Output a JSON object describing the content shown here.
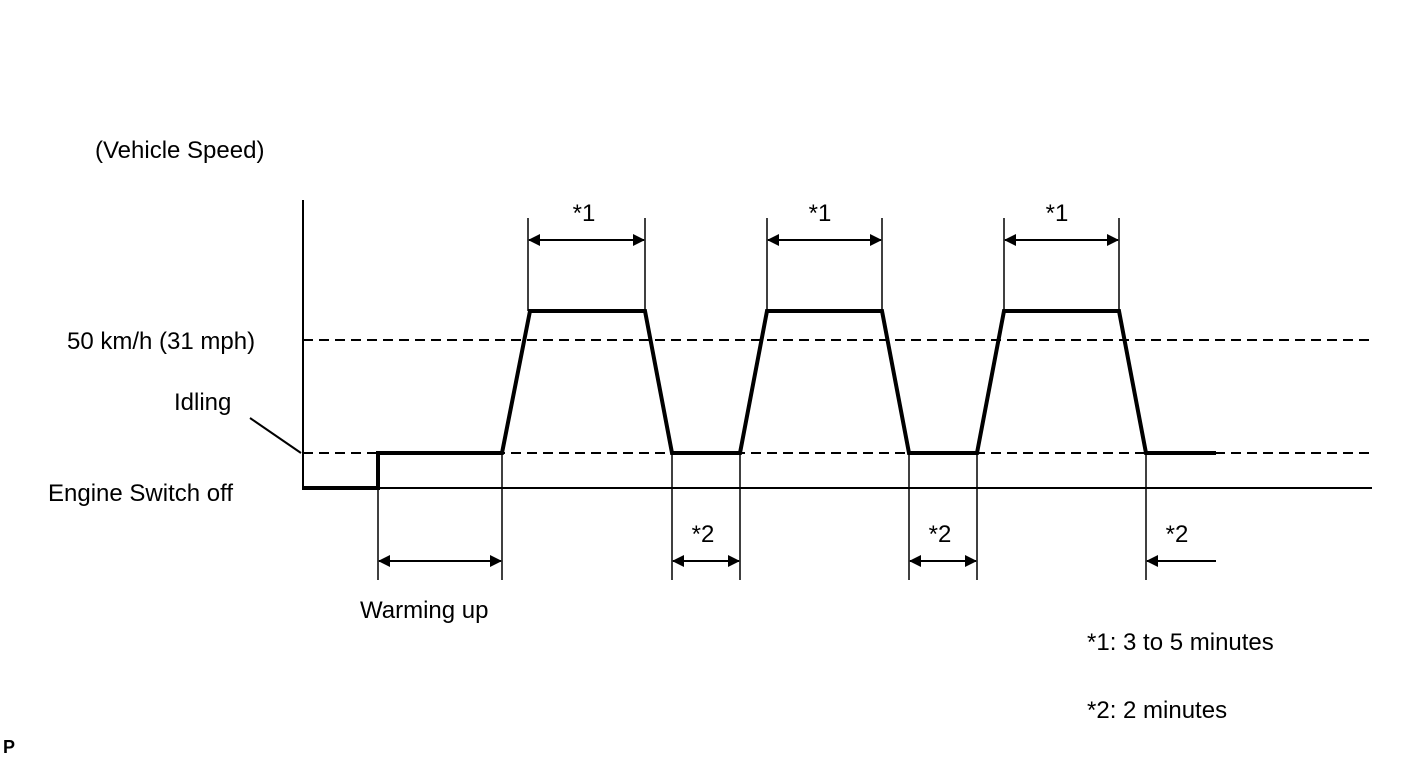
{
  "axis_label": "(Vehicle Speed)",
  "levels": {
    "speed": "50 km/h (31 mph)",
    "idling": "Idling",
    "off": "Engine Switch off"
  },
  "phase": {
    "warming_up": "Warming up"
  },
  "markers": {
    "m1": "*1",
    "m2": "*2"
  },
  "legend": {
    "note1": "*1: 3 to 5 minutes",
    "note2": "*2: 2 minutes"
  },
  "corner_mark": "P"
}
